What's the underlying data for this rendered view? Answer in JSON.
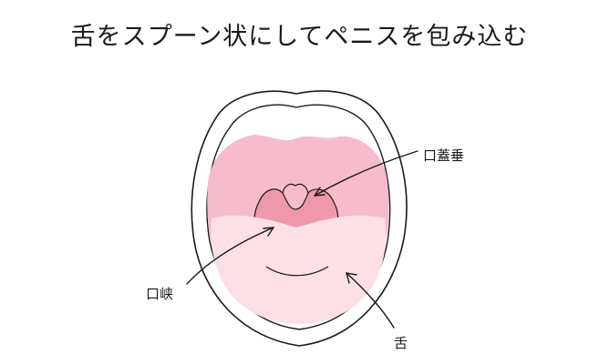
{
  "title": "舌をスプーン状にしてペニスを包み込む",
  "labels": {
    "uvula": "口蓋垂",
    "isthmus": "口峡",
    "tongue": "舌"
  },
  "colors": {
    "outline": "#1a1a1a",
    "palate": "#f6bccb",
    "throat": "#ef98ad",
    "tongue": "#fce0e6",
    "background": "#ffffff"
  }
}
